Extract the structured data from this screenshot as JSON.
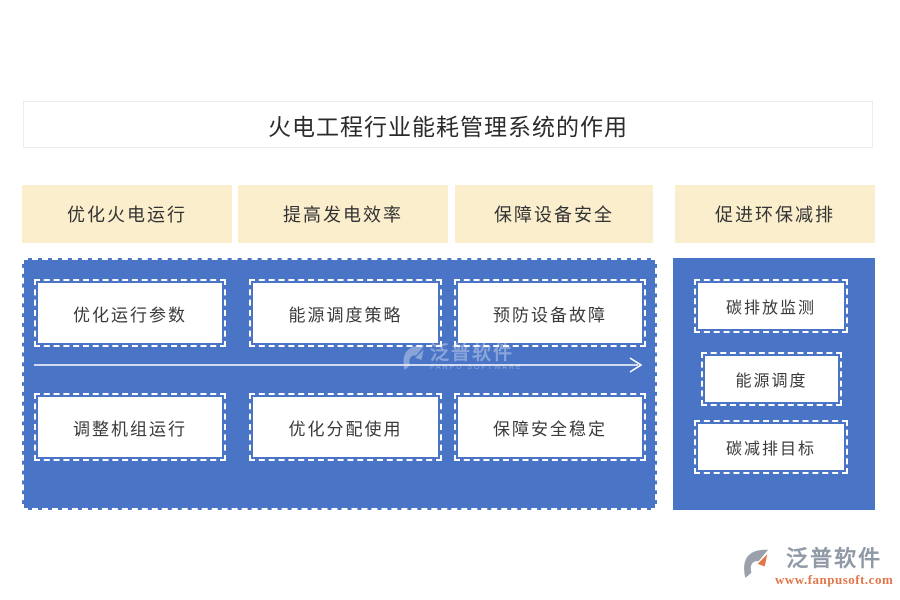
{
  "title": "火电工程行业能耗管理系统的作用",
  "headers": [
    "优化火电运行",
    "提高发电效率",
    "保障设备安全",
    "促进环保减排"
  ],
  "main_panel": {
    "boxes": [
      "优化运行参数",
      "能源调度策略",
      "预防设备故障",
      "调整机组运行",
      "优化分配使用",
      "保障安全稳定"
    ]
  },
  "side_panel": {
    "boxes": [
      "碳排放监测",
      "能源调度",
      "碳减排目标"
    ]
  },
  "watermark": {
    "text": "泛普软件",
    "subtext": "FANPU SOFTWARE"
  },
  "footer": {
    "brand": "泛普软件",
    "website": "www.fanpusoft.com"
  },
  "colors": {
    "panel_blue": "#4a74c6",
    "header_cream": "#fbeecd",
    "box_white": "#ffffff",
    "brand_gray": "#9099a6",
    "brand_orange": "#e2764a"
  }
}
